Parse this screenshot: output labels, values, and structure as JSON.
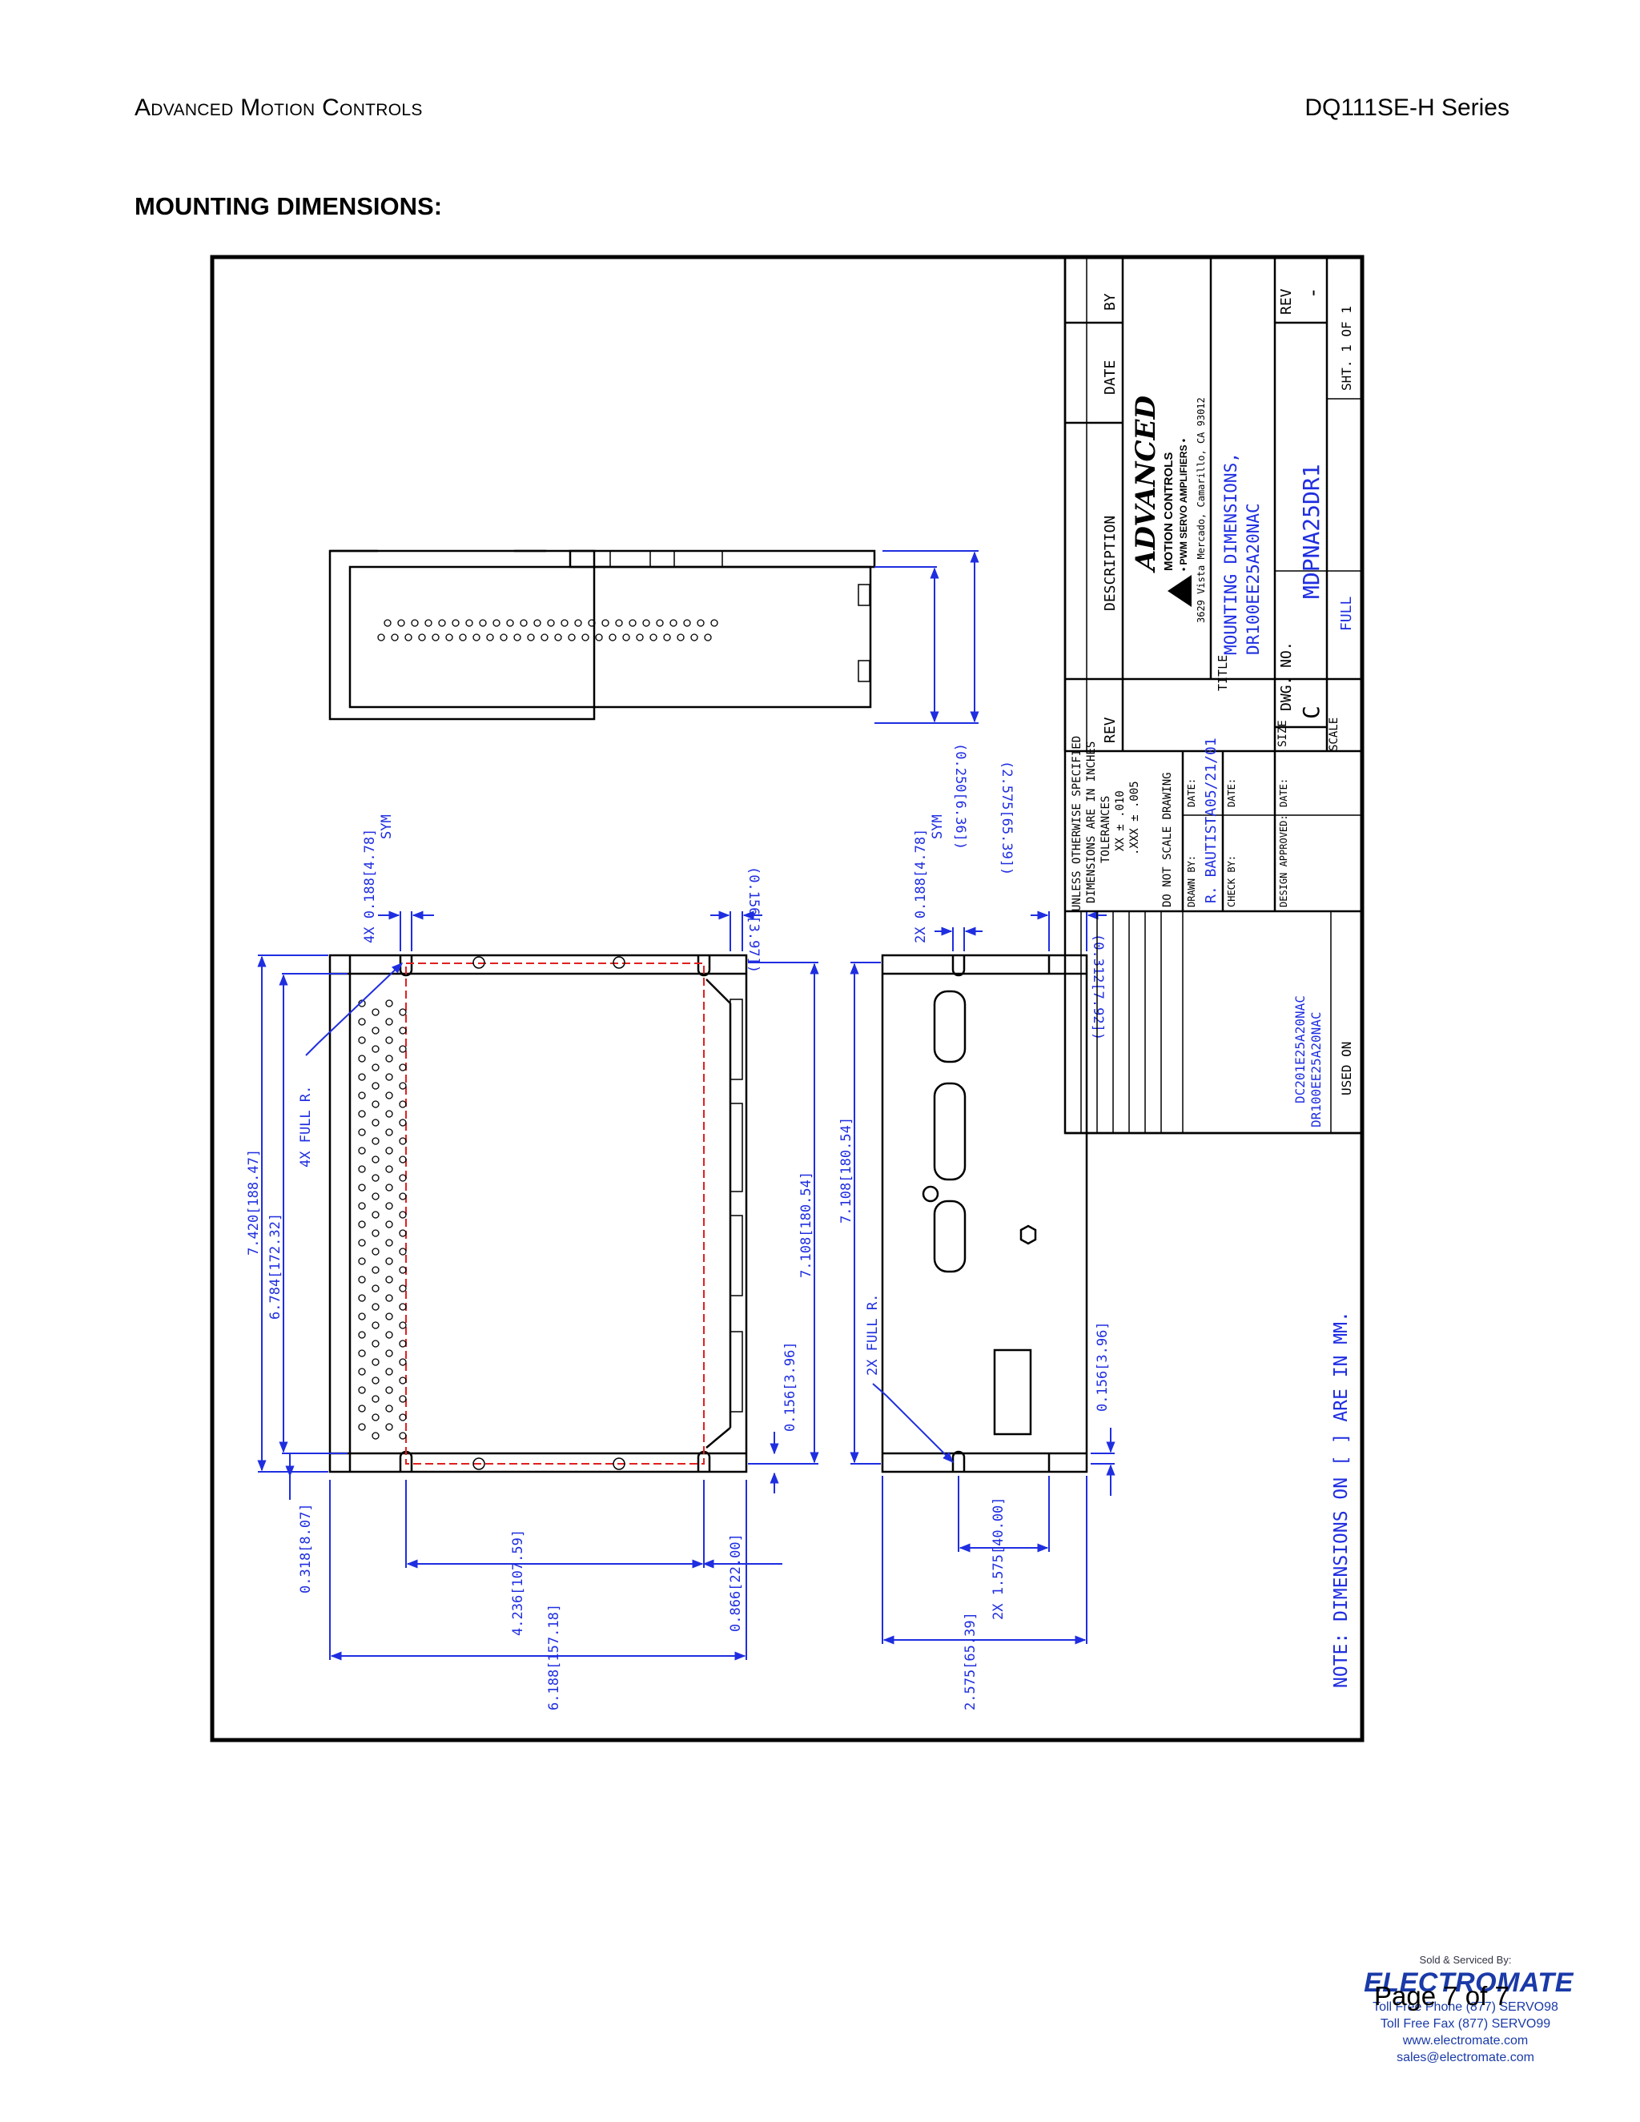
{
  "header": {
    "company": "Advanced Motion Controls",
    "series": "DQ111SE-H Series"
  },
  "section_title": "MOUNTING DIMENSIONS:",
  "drawing": {
    "top_dims": {
      "d1": "(0.250[6.36])",
      "d2": "(2.575[65.39])"
    },
    "plan_dims": {
      "overall_height": "7.420[188.47]",
      "inner_height": "6.784[172.32]",
      "full_r": "4X FULL R.",
      "slot": "4X 0.188[4.78]",
      "slot_sym": "SYM",
      "right_height": "7.108[180.54]",
      "edge_offset": "0.156[3.96]",
      "top_offset": "(0.156[3.97])",
      "bottom_offset": "0.318[8.07]",
      "hole_spacing": "4.236[107.59]",
      "edge_866": "0.866[22.00]",
      "overall_width": "6.188[157.18]"
    },
    "side_dims": {
      "slot": "2X 0.188[4.78]",
      "slot_sym": "SYM",
      "height": "7.108[180.54]",
      "full_r": "2X FULL R.",
      "top_offset": "(0.312[7.92])",
      "bottom_offset": "0.156[3.96]",
      "width_2575": "2.575[65.39]",
      "slot_1575": "2X 1.575[40.00]"
    },
    "note": "NOTE: DIMENSIONS ON [   ] ARE IN MM.",
    "title_block": {
      "rev_header": "REV",
      "description_header": "DESCRIPTION",
      "date_header": "DATE",
      "by_header": "BY",
      "logo": "ADVANCED",
      "logo_sub": "MOTION CONTROLS",
      "logo_tag": "• PWM SERVO AMPLIFIERS •",
      "address": "3629 Vista Mercado, Camarillo, CA  93012",
      "title_label": "TITLE",
      "title_line1": "MOUNTING DIMENSIONS,",
      "title_line2": "DR100EE25A20NAC",
      "size_label": "SIZE",
      "size_value": "C",
      "dwg_label": "DWG. NO.",
      "dwg_value": "MDPNA25DR1",
      "rev_label": "REV",
      "rev_value": "-",
      "scale_label": "SCALE",
      "scale_value": "FULL",
      "sheet": "SHT. 1 OF  1",
      "tol_1": "UNLESS OTHERWISE SPECIFIED",
      "tol_2": "DIMENSIONS ARE IN INCHES",
      "tol_3": "TOLERANCES",
      "tol_4": "XX ± .010",
      "tol_5": ".XXX ± .005",
      "tol_6": "DO NOT SCALE DRAWING",
      "drawn_label": "DRAWN BY:",
      "drawn_value": "R. BAUTISTA",
      "date_label": "DATE:",
      "drawn_date": "05/21/01",
      "check_label": "CHECK BY:",
      "design_label": "DESIGN APPROVED:",
      "used_1": "DC201E25A20NAC",
      "used_2": "DR100EE25A20NAC",
      "used_label": "USED ON"
    }
  },
  "footer": {
    "sold": "Sold & Serviced By:",
    "brand": "ELECTROMATE",
    "phone": "Toll Free Phone (877) SERVO98",
    "fax": "Toll Free Fax  (877) SERVO99",
    "web": "www.electromate.com",
    "email": "sales@electromate.com",
    "page": "Page 7 of 7"
  }
}
